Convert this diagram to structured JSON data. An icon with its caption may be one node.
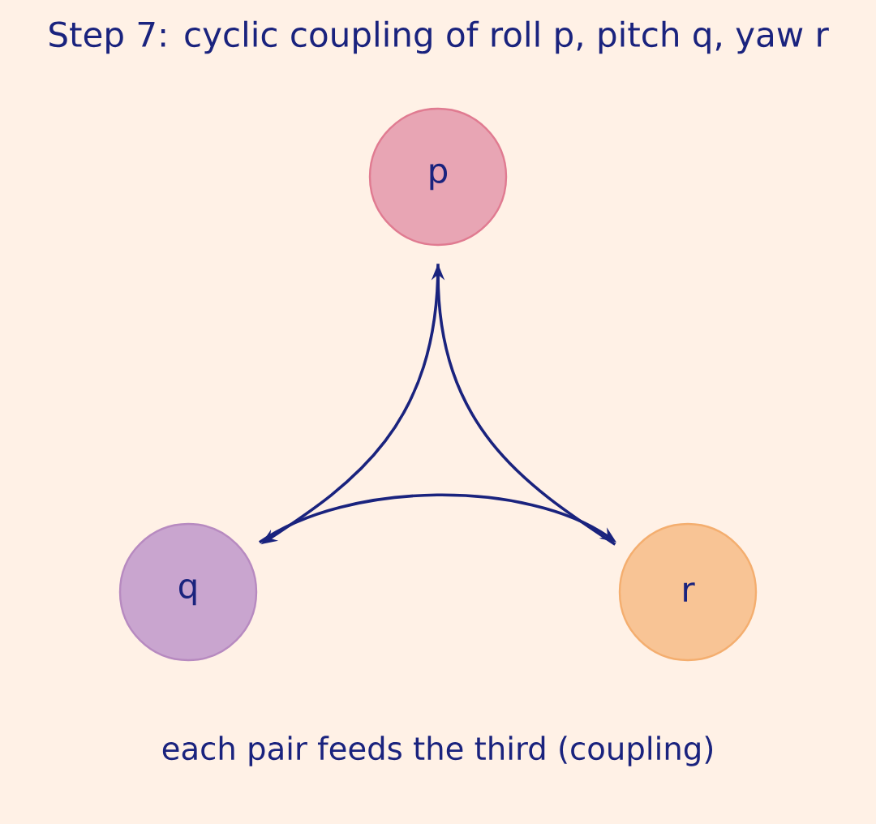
{
  "diagram": {
    "title": "Step 7: cyclic coupling of roll p, pitch q, yaw r",
    "nodes": [
      {
        "text": [
          "p"
        ]
      },
      {
        "text": [
          "q"
        ]
      },
      {
        "text": [
          "r"
        ]
      }
    ],
    "edges": [
      {
        "from": 0,
        "to": 1,
        "arrow": "to"
      },
      {
        "from": 1,
        "to": 2,
        "arrow": "to"
      },
      {
        "from": 2,
        "to": 0,
        "arrow": "to"
      }
    ],
    "caption": "each pair feeds the third (coupling)"
  }
}
